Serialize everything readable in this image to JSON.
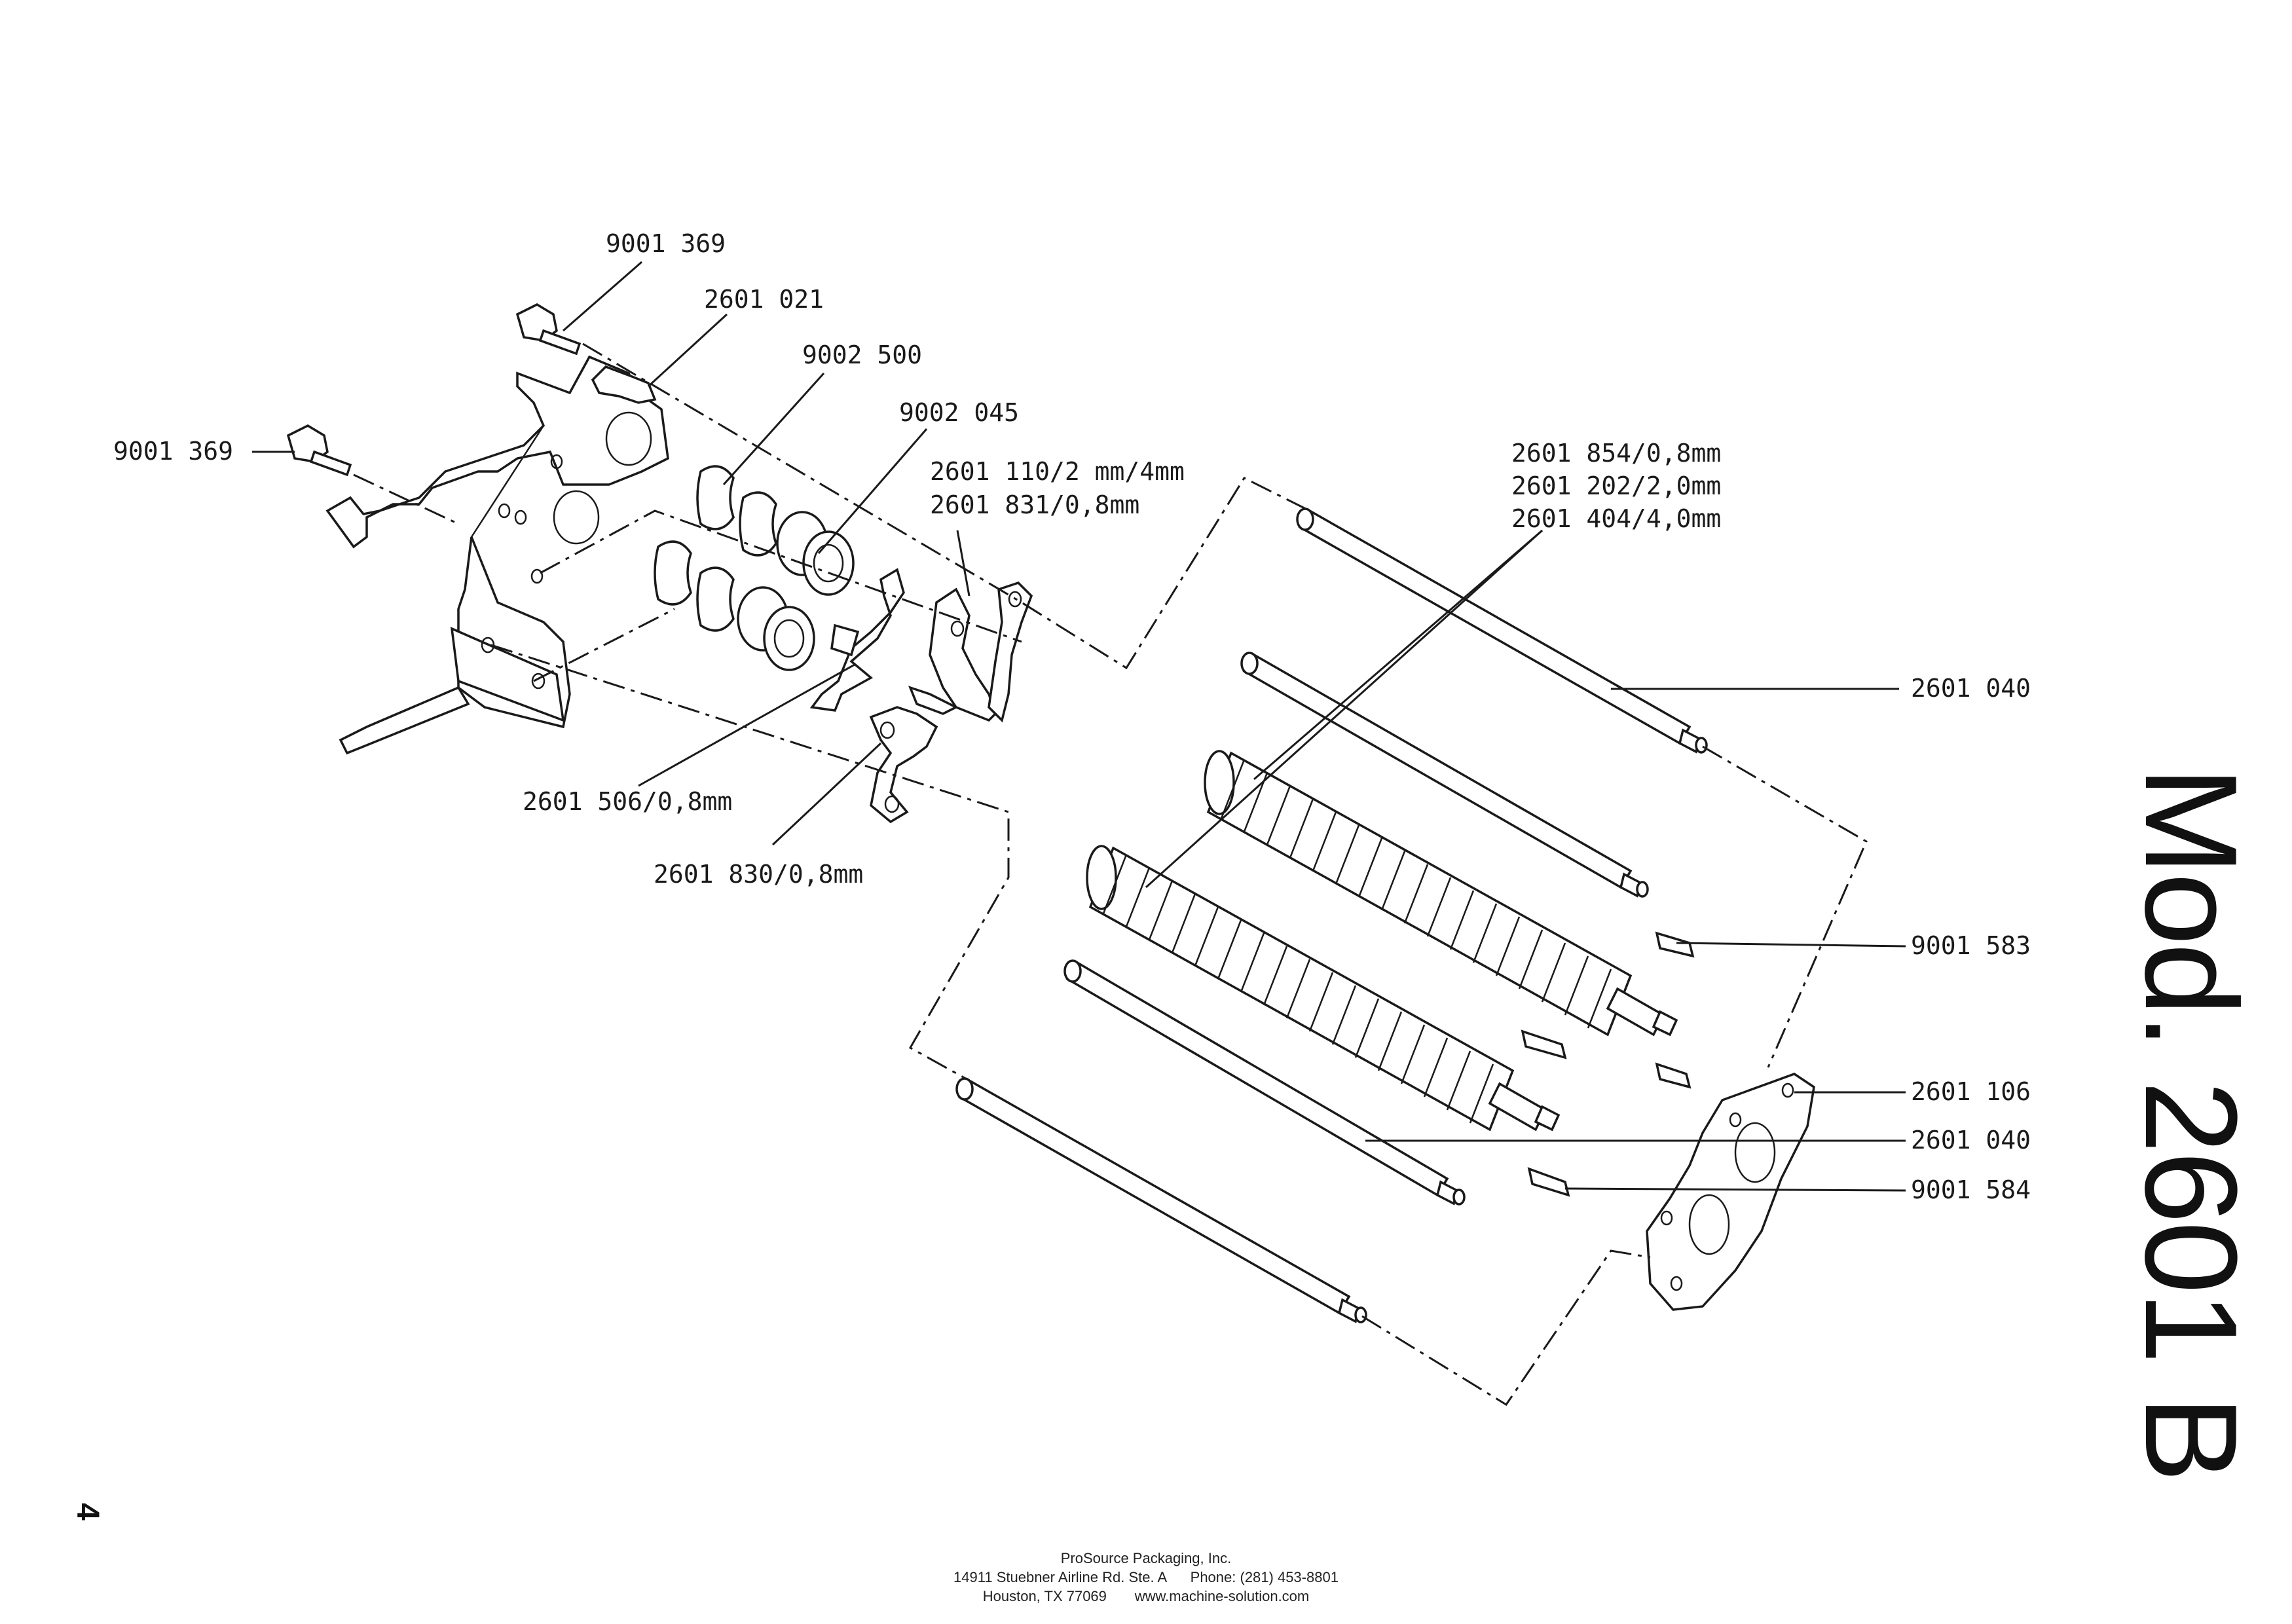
{
  "title": "Mod. 2601 B",
  "page_number": "4",
  "labels": {
    "screw_top": "9001 369",
    "screw_left": "9001 369",
    "bracket": "2601 021",
    "spacer": "9002 500",
    "bearing": "9002 045",
    "plate_a": "2601 110/2 mm/4mm",
    "plate_b": "2601 831/0,8mm",
    "roller_a": "2601 854/0,8mm",
    "roller_b": "2601 202/2,0mm",
    "roller_c": "2601 404/4,0mm",
    "rod_top": "2601 040",
    "key_top": "9001 583",
    "end_plate": "2601 106",
    "rod_bottom": "2601 040",
    "key_bottom": "9001 584",
    "lever_a": "2601 506/0,8mm",
    "lever_b": "2601 830/0,8mm"
  },
  "footer": {
    "company": "ProSource Packaging, Inc.",
    "address": "14911 Stuebner Airline Rd. Ste. A      Phone: (281) 453-8801",
    "city": "Houston, TX 77069       www.machine-solution.com"
  }
}
